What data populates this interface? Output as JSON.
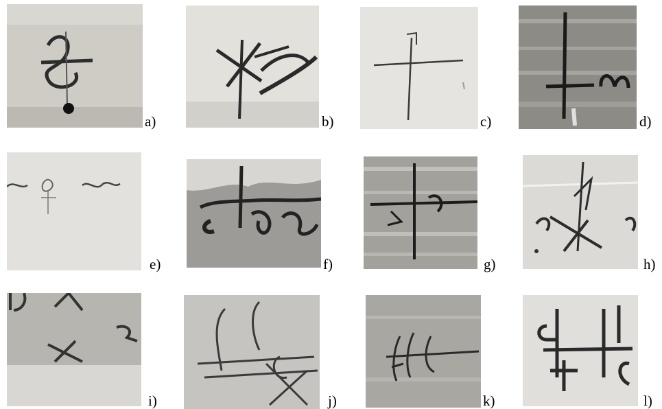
{
  "figure": {
    "panels": [
      {
        "label": "a)"
      },
      {
        "label": "b)"
      },
      {
        "label": "c)"
      },
      {
        "label": "d)"
      },
      {
        "label": "e)"
      },
      {
        "label": "f)"
      },
      {
        "label": "g)"
      },
      {
        "label": "h)"
      },
      {
        "label": "i)"
      },
      {
        "label": "j)"
      },
      {
        "label": "k)"
      },
      {
        "label": "l)"
      }
    ]
  }
}
